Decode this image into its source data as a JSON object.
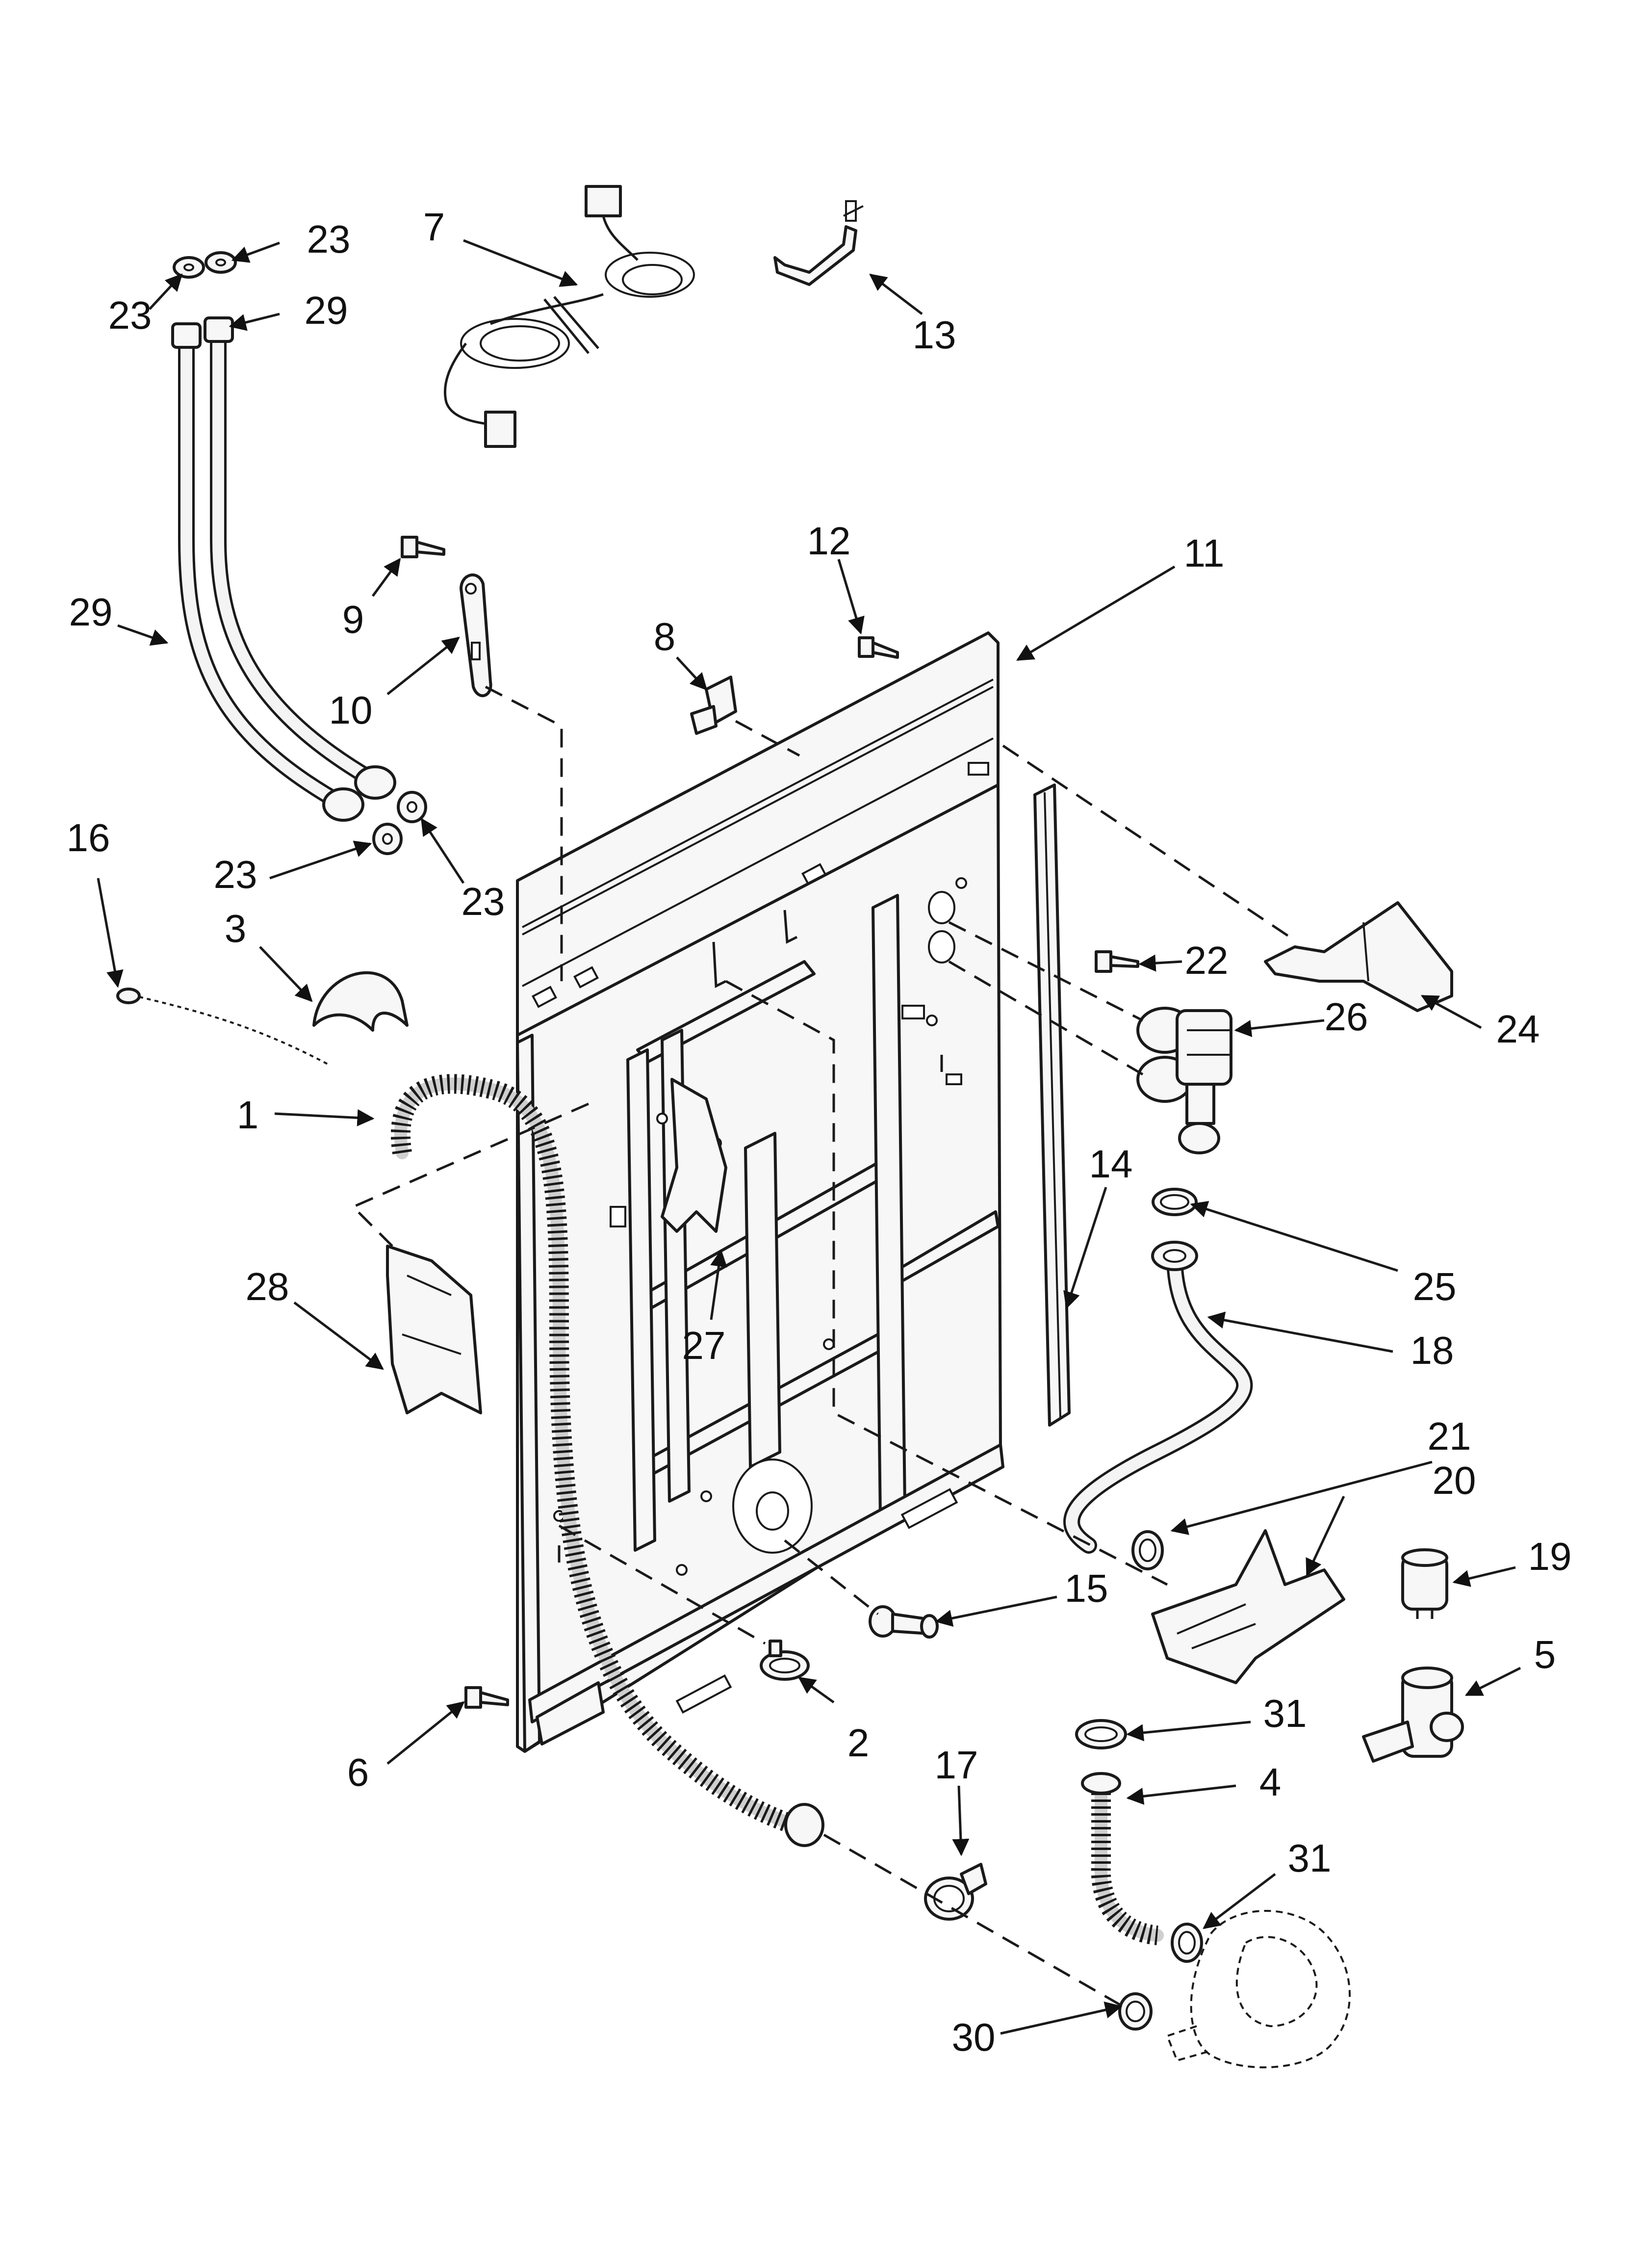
{
  "labels": {
    "l1": "1",
    "l2": "2",
    "l3": "3",
    "l4": "4",
    "l5": "5",
    "l6": "6",
    "l7": "7",
    "l8": "8",
    "l9": "9",
    "l10": "10",
    "l11": "11",
    "l12": "12",
    "l13": "13",
    "l14": "14",
    "l15": "15",
    "l16": "16",
    "l17": "17",
    "l18": "18",
    "l19": "19",
    "l20": "20",
    "l21": "21",
    "l22": "22",
    "l23a": "23",
    "l23b": "23",
    "l23c": "23",
    "l23d": "23",
    "l24": "24",
    "l25": "25",
    "l26": "26",
    "l27": "27",
    "l28": "28",
    "l29a": "29",
    "l29b": "29",
    "l30": "30",
    "l31a": "31",
    "l31b": "31"
  }
}
